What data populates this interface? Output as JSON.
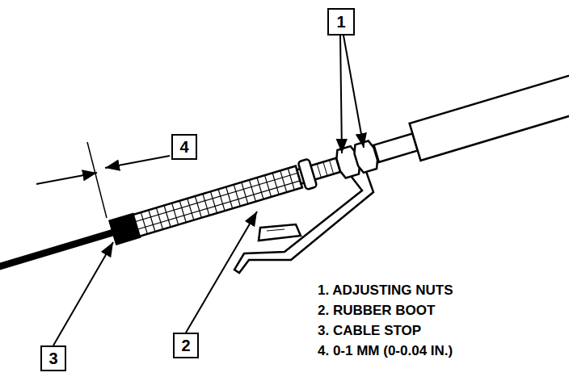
{
  "diagram": {
    "nodes": [
      {
        "text": [
          "1"
        ]
      },
      {
        "text": [
          "4"
        ]
      },
      {
        "text": [
          "3"
        ]
      },
      {
        "text": [
          "2"
        ]
      }
    ],
    "labels": [
      "1. ADJUSTING NUTS",
      "2. RUBBER BOOT",
      "3. CABLE STOP",
      "4. 0-1 MM (0-0.04 IN.)"
    ]
  }
}
